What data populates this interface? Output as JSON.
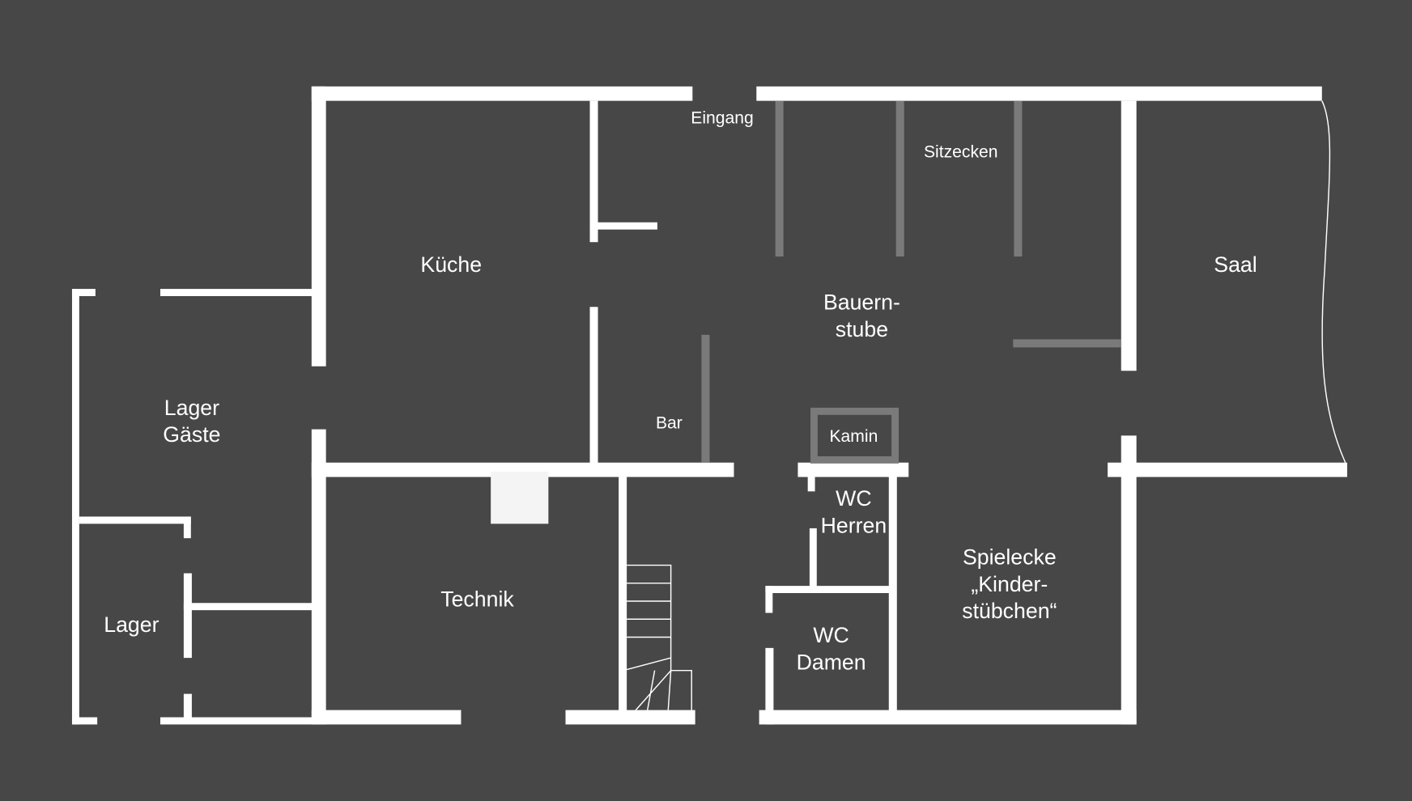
{
  "colors": {
    "background": "#474747",
    "wall": "#ffffff",
    "furniture": "#7a7a7a"
  },
  "rooms": {
    "kueche": "Küche",
    "lager_gaeste": [
      "Lager",
      "Gäste"
    ],
    "lager": "Lager",
    "technik": "Technik",
    "bar": "Bar",
    "eingang": "Eingang",
    "sitzecken": "Sitzecken",
    "bauernstube": [
      "Bauern-",
      "stube"
    ],
    "saal": "Saal",
    "kamin": "Kamin",
    "wc_herren": [
      "WC",
      "Herren"
    ],
    "wc_damen": [
      "WC",
      "Damen"
    ],
    "spielecke": [
      "Spielecke",
      "„Kinder-",
      "stübchen“"
    ]
  }
}
